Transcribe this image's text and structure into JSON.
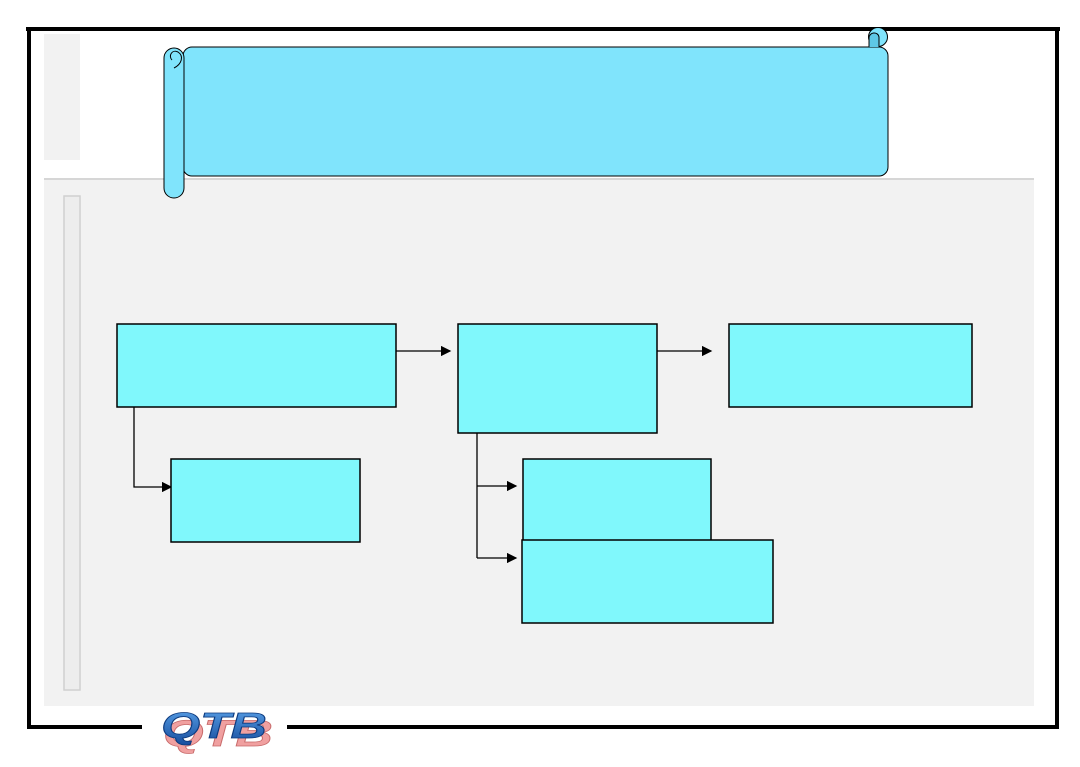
{
  "diagram": {
    "title_banner": {
      "text": ""
    },
    "boxes": [
      {
        "id": "box-1",
        "label": ""
      },
      {
        "id": "box-2",
        "label": ""
      },
      {
        "id": "box-3",
        "label": ""
      },
      {
        "id": "box-4",
        "label": ""
      },
      {
        "id": "box-5",
        "label": ""
      },
      {
        "id": "box-6",
        "label": ""
      }
    ],
    "edges": [
      {
        "from": "box-1",
        "to": "box-2"
      },
      {
        "from": "box-2",
        "to": "box-3"
      },
      {
        "from": "box-1",
        "to": "box-4"
      },
      {
        "from": "box-2",
        "to": "box-5"
      },
      {
        "from": "box-2",
        "to": "box-6"
      }
    ]
  },
  "logo": {
    "text": "QTB"
  },
  "colors": {
    "banner_fill": "#80e4fc",
    "box_fill": "#80f8fc",
    "panel_fill": "#f2f2f2",
    "frame": "#000000",
    "logo_blue": "#1b5bb5",
    "logo_pink": "#f0a0a0"
  }
}
